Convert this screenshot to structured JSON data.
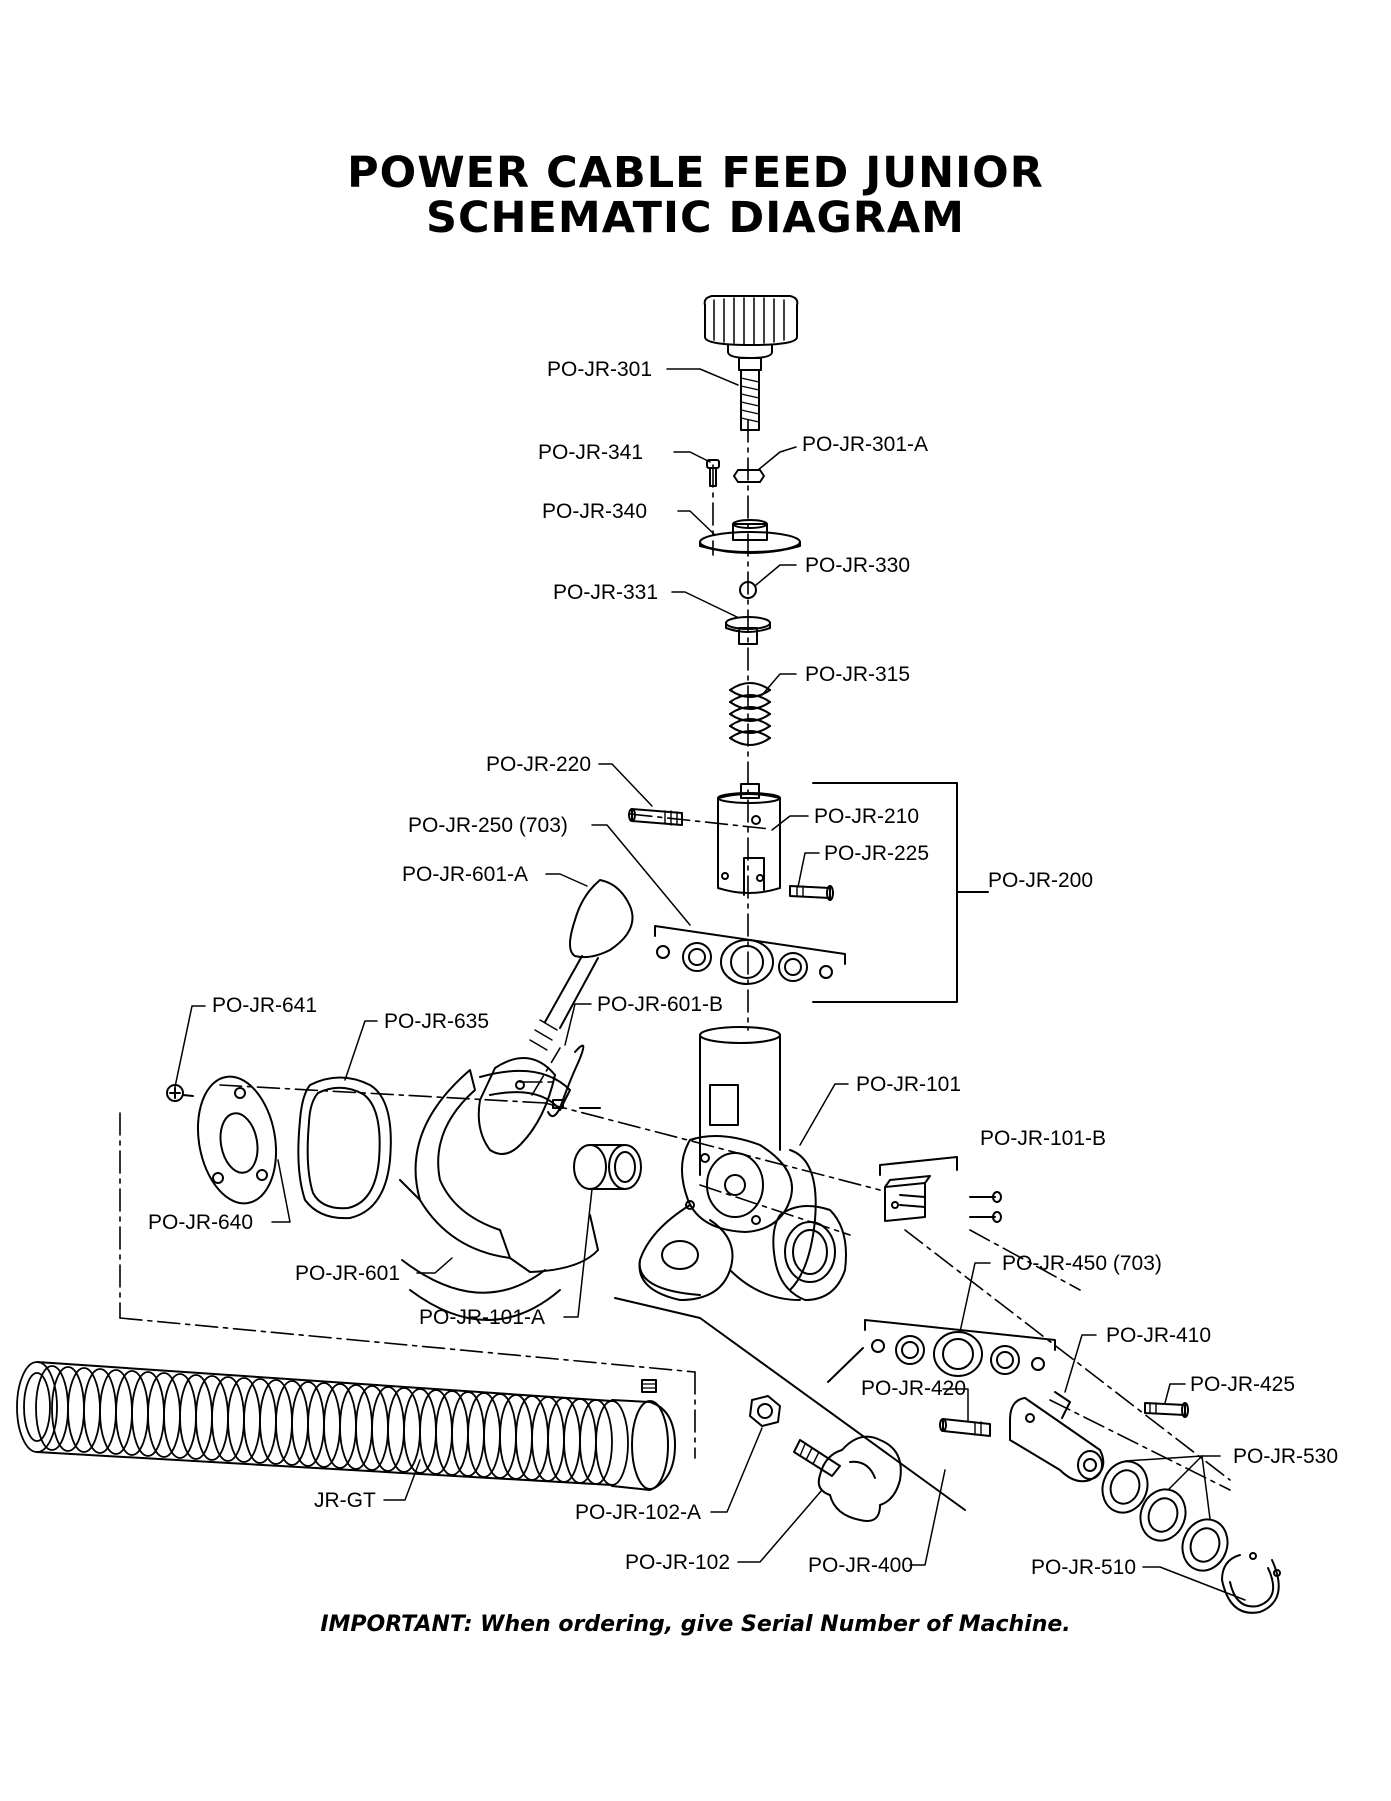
{
  "title": {
    "line1": "POWER CABLE FEED JUNIOR",
    "line2": "SCHEMATIC DIAGRAM"
  },
  "note": "IMPORTANT: When ordering, give Serial Number of Machine.",
  "labels": {
    "p301": "PO-JR-301",
    "p341": "PO-JR-341",
    "p301a": "PO-JR-301-A",
    "p340": "PO-JR-340",
    "p330": "PO-JR-330",
    "p331": "PO-JR-331",
    "p315": "PO-JR-315",
    "p220": "PO-JR-220",
    "p210": "PO-JR-210",
    "p250": "PO-JR-250 (703)",
    "p225": "PO-JR-225",
    "p200": "PO-JR-200",
    "p601a": "PO-JR-601-A",
    "p641": "PO-JR-641",
    "p635": "PO-JR-635",
    "p601b": "PO-JR-601-B",
    "p101": "PO-JR-101",
    "p101b": "PO-JR-101-B",
    "p640": "PO-JR-640",
    "p601": "PO-JR-601",
    "p101a": "PO-JR-101-A",
    "p450": "PO-JR-450 (703)",
    "p410": "PO-JR-410",
    "p420": "PO-JR-420",
    "p425": "PO-JR-425",
    "p530": "PO-JR-530",
    "jrgt": "JR-GT",
    "p102a": "PO-JR-102-A",
    "p102": "PO-JR-102",
    "p400": "PO-JR-400",
    "p510": "PO-JR-510"
  }
}
